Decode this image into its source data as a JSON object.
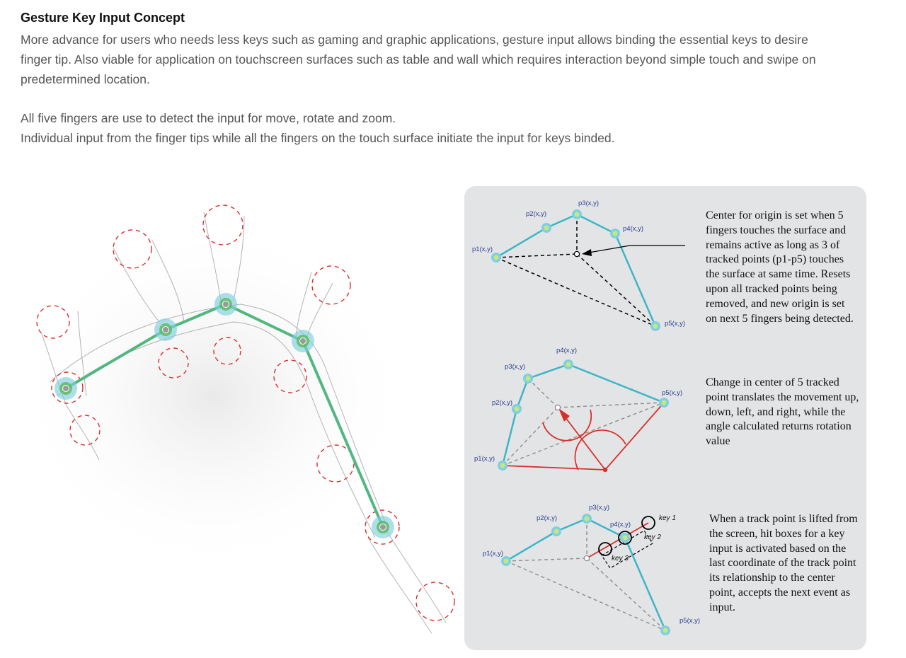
{
  "header": {
    "title": "Gesture Key Input Concept",
    "paragraph_1": "More advance for users who needs less keys such as gaming and graphic applications, gesture input allows binding the essential keys to desire finger tip. Also viable for application on touchscreen surfaces such as table and wall which requires interaction beyond simple touch and swipe on predetermined location.",
    "paragraph_2": "All five fingers are use to detect the input for move, rotate and zoom.",
    "paragraph_3": "Individual input from the finger tips while all the fingers on the touch surface initiate the input for keys binded."
  },
  "colors": {
    "track_line": "#3eb5c6",
    "sketch_line": "#5cb85c",
    "point_fill": "#c8e680",
    "point_ring": "#7ed0e0",
    "hit_circle": "#d9302a",
    "dash_line": "#000000",
    "guide_line": "#8c8c8c",
    "panel_bg": "#e3e4e6",
    "label_text": "#2a3f8f"
  },
  "diagrams": [
    {
      "id": "origin",
      "labels": {
        "p1": "p1(x,y)",
        "p2": "p2(x,y)",
        "p3": "p3(x,y)",
        "p4": "p4(x,y)",
        "p5": "p5(x,y)"
      },
      "description": "Center for origin is set when 5 fingers touches the surface and remains active as long as 3 of tracked points (p1-p5) touches the surface at same time. Resets upon all tracked points being removed, and new origin is set on next 5 fingers being detected."
    },
    {
      "id": "translate-rotate",
      "labels": {
        "p1": "p1(x,y)",
        "p2": "p2(x,y)",
        "p3": "p3(x,y)",
        "p4": "p4(x,y)",
        "p5": "p5(x,y)"
      },
      "description": "Change in center of 5 tracked point translates the movement up, down, left, and right, while the angle calculated returns rotation value"
    },
    {
      "id": "key-input",
      "labels": {
        "p1": "p1(x,y)",
        "p2": "p2(x,y)",
        "p3": "p3(x,y)",
        "p4": "p4(x,y)",
        "p5": "p5(x,y)"
      },
      "keys": {
        "key1": "key 1",
        "key2": "key 2",
        "key3": "key 3"
      },
      "description": "When a track point is lifted from the screen, hit boxes for a key input is activated based on the last coordinate of the track point its relationship to the center point, accepts the next event as input."
    }
  ]
}
